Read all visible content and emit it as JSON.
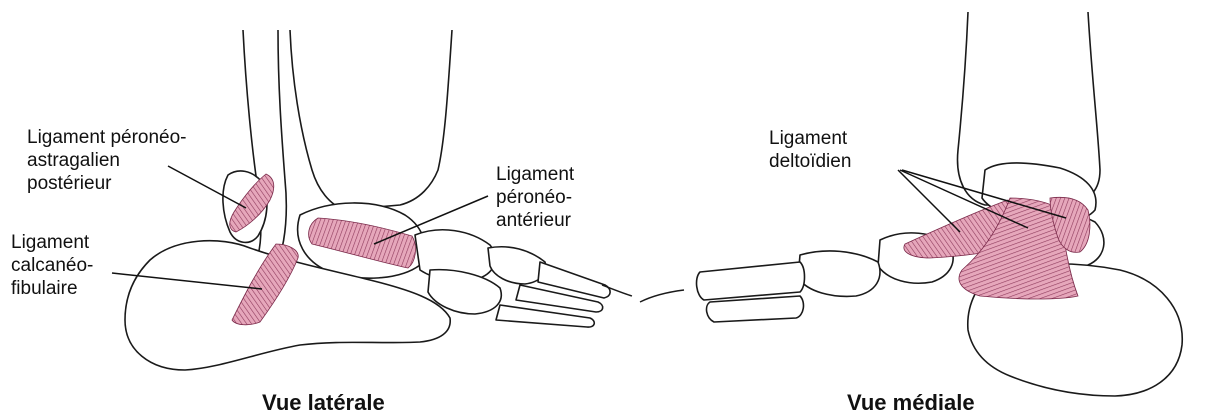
{
  "lateral": {
    "caption": "Vue latérale",
    "labels": {
      "post_talofibular": "Ligament péronéo-\nastragalien\npostérieur",
      "calcaneofibular": "Ligament\ncalcanéo-\nfibulaire",
      "ant_talofibular": "Ligament\npéronéo-\nantérieur"
    }
  },
  "medial": {
    "caption": "Vue médiale",
    "labels": {
      "deltoid": "Ligament\ndeltoïdien"
    }
  },
  "colors": {
    "ligament_fill": "#d9829e",
    "ligament_fibers": "#7a2a4a",
    "bone_outline": "#1a1a1a"
  }
}
